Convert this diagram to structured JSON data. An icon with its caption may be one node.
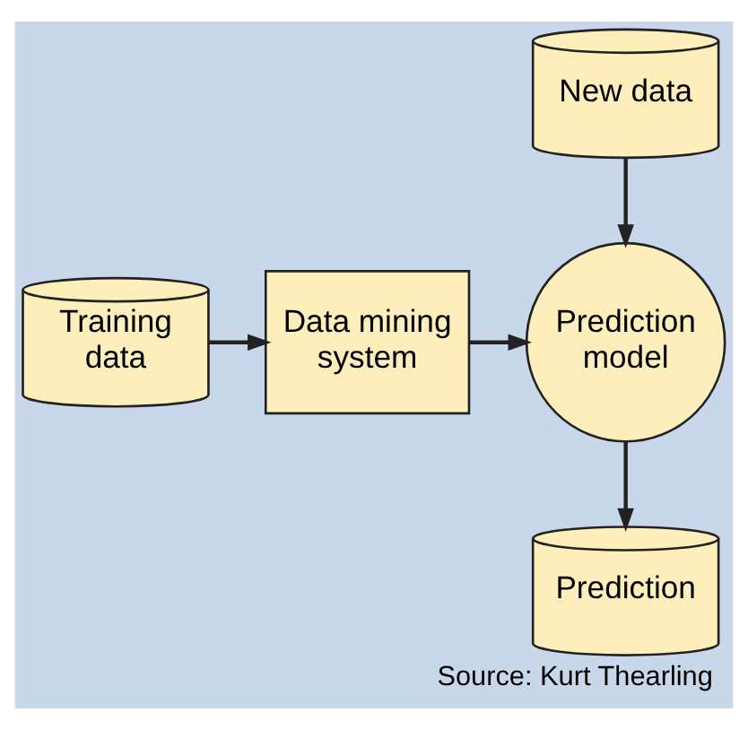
{
  "diagram": {
    "caption": "Source: Kurt Thearling",
    "nodes": [
      {
        "text": [
          "Training data"
        ]
      },
      {
        "text": [
          "Data mining system"
        ]
      },
      {
        "text": [
          "Prediction model"
        ]
      },
      {
        "text": [
          "New data"
        ]
      },
      {
        "text": [
          "Prediction"
        ]
      }
    ],
    "edges": [
      {
        "from": 0,
        "to": 1,
        "arrow": "to"
      },
      {
        "from": 1,
        "to": 2,
        "arrow": "to"
      },
      {
        "from": 3,
        "to": 2,
        "arrow": "to"
      },
      {
        "from": 2,
        "to": 4,
        "arrow": "to"
      }
    ]
  }
}
